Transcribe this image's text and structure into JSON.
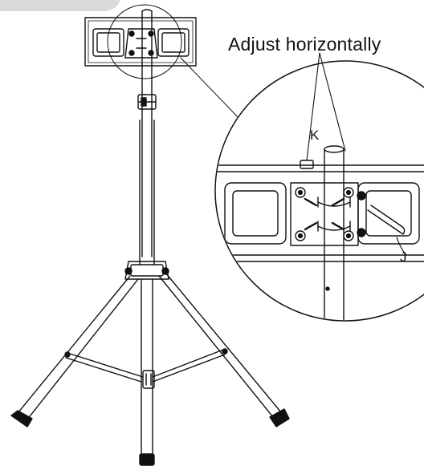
{
  "labels": {
    "adjust": "Adjust horizontally",
    "part_k": "K",
    "part_j": "J"
  },
  "colors": {
    "ink": "#111111",
    "paper": "#ffffff",
    "corner_tab": "#d9d9d9"
  }
}
